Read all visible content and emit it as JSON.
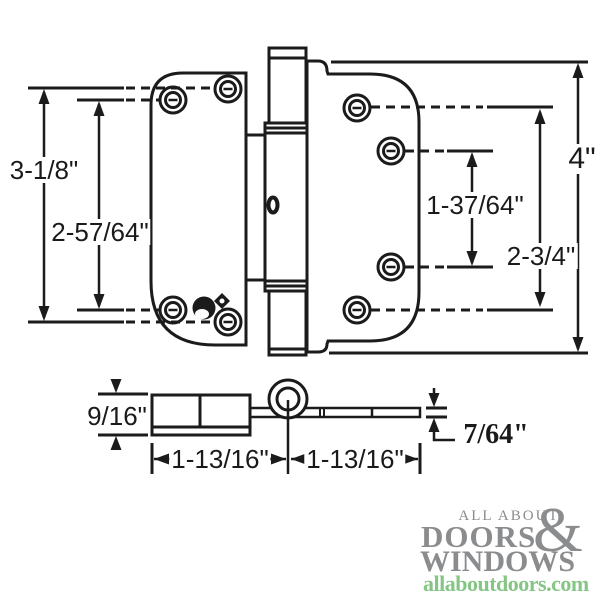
{
  "diagram": {
    "title": "spring hinge dimension diagram",
    "labels": {
      "left_hole_span_outer": "3-1/8\"",
      "left_hole_span_inner": "2-57/64\"",
      "total_height": "4\"",
      "right_hole_span_inner": "1-37/64\"",
      "right_hole_span_outer": "2-3/4\"",
      "body_thickness": "9/16\"",
      "left_leaf_width": "1-13/16\"",
      "right_leaf_width": "1-13/16\"",
      "leaf_thickness": "7/64\""
    }
  },
  "logo": {
    "line1": "ALL ABOUT",
    "line2": "DOORS",
    "ampersand": "&",
    "line3": "WINDOWS",
    "url": "allaboutdoors.com",
    "gray": "#8a8c8e",
    "green": "#85c585"
  },
  "colors": {
    "line": "#1b1b1b",
    "background": "#ffffff"
  }
}
